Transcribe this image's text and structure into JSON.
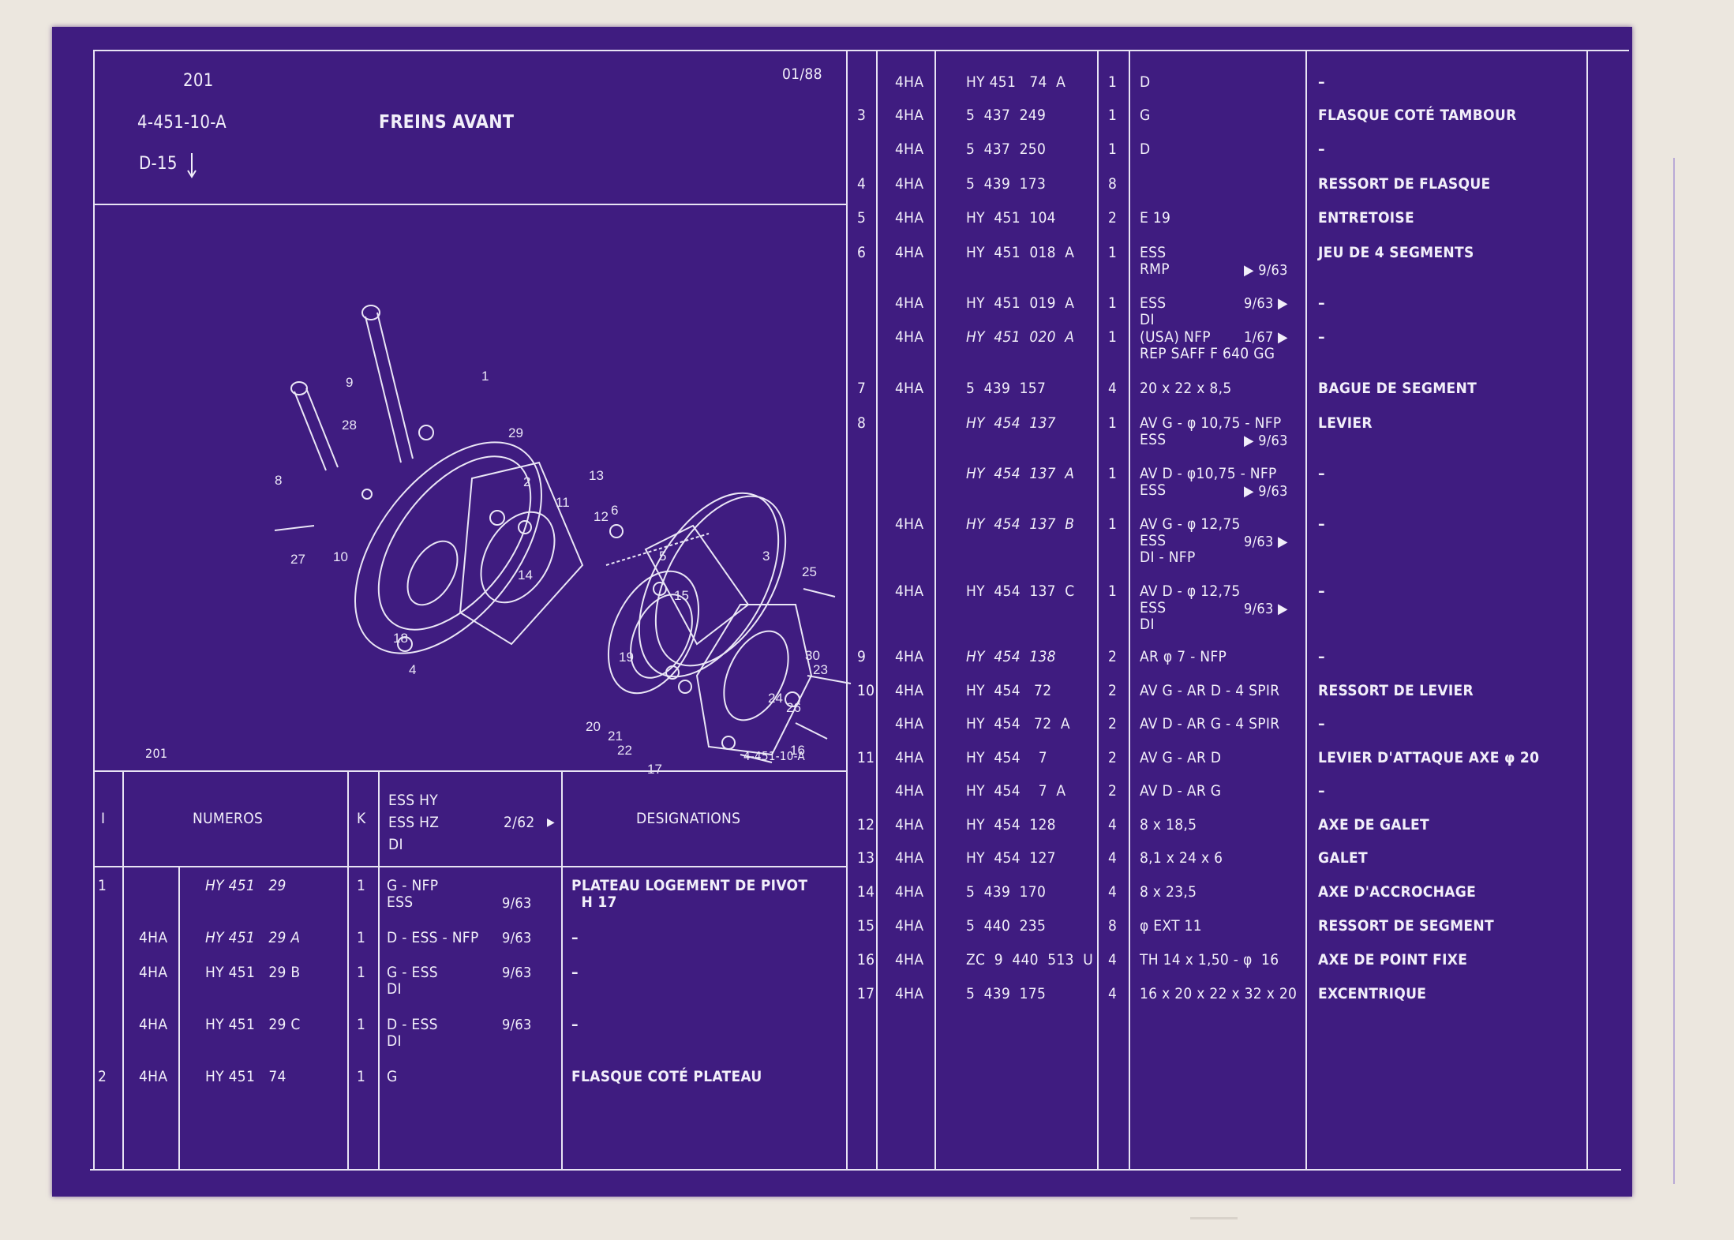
{
  "header": {
    "page": "201",
    "date": "01/88",
    "ref": "4-451-10-A",
    "title": "FREINS AVANT",
    "model": "D-15"
  },
  "diagram": {
    "label_left": "201",
    "label_right": "4-451-10-A",
    "callouts": [
      "1",
      "2",
      "3",
      "4",
      "5",
      "6",
      "8",
      "9",
      "10",
      "11",
      "12",
      "13",
      "14",
      "15",
      "16",
      "17",
      "18",
      "19",
      "20",
      "21",
      "22",
      "23",
      "24",
      "25",
      "26",
      "27",
      "28",
      "29",
      "30"
    ]
  },
  "columns": {
    "i": "I",
    "numeros": "NUMEROS",
    "k": "K",
    "ess_line1": "ESS HY",
    "ess_line2": "ESS HZ",
    "ess_line3": "DI",
    "ess_date": "2/62",
    "designations": "DESIGNATIONS"
  },
  "left_rows": [
    {
      "idx": "1",
      "model": "",
      "part": "HY 451   29",
      "k": "1",
      "ess": "G - NFP\nESS",
      "date": "9/63",
      "desig": "PLATEAU LOGEMENT DE PIVOT\n  H 17"
    },
    {
      "idx": "",
      "model": "4HA",
      "part": "HY 451   29 A",
      "k": "1",
      "ess": "D - ESS - NFP",
      "date": "9/63",
      "desig": "–"
    },
    {
      "idx": "",
      "model": "4HA",
      "part": "HY 451   29 B",
      "k": "1",
      "ess": "G - ESS\nDI",
      "date": "9/63",
      "desig": "–"
    },
    {
      "idx": "",
      "model": "4HA",
      "part": "HY 451   29 C",
      "k": "1",
      "ess": "D - ESS\nDI",
      "date": "9/63",
      "desig": "–"
    },
    {
      "idx": "2",
      "model": "4HA",
      "part": "HY 451   74",
      "k": "1",
      "ess": "G",
      "date": "",
      "desig": "FLASQUE COTÉ PLATEAU"
    }
  ],
  "right_rows": [
    {
      "idx": "",
      "model": "4HA",
      "part": "HY 451   74  A",
      "k": "1",
      "ess": "D",
      "date": "",
      "desig": "–"
    },
    {
      "idx": "3",
      "model": "4HA",
      "part": "5  437  249",
      "k": "1",
      "ess": "G",
      "date": "",
      "desig": "FLASQUE COTÉ TAMBOUR"
    },
    {
      "idx": "",
      "model": "4HA",
      "part": "5  437  250",
      "k": "1",
      "ess": "D",
      "date": "",
      "desig": "–"
    },
    {
      "idx": "4",
      "model": "4HA",
      "part": "5  439  173",
      "k": "8",
      "ess": "",
      "date": "",
      "desig": "RESSORT DE FLASQUE"
    },
    {
      "idx": "5",
      "model": "4HA",
      "part": "HY  451  104",
      "k": "2",
      "ess": "E 19",
      "date": "",
      "desig": "ENTRETOISE"
    },
    {
      "idx": "6",
      "model": "4HA",
      "part": "HY  451  018  A",
      "k": "1",
      "ess": "ESS\nRMP",
      "date": "▶ 9/63",
      "desig": "JEU DE 4 SEGMENTS"
    },
    {
      "idx": "",
      "model": "4HA",
      "part": "HY  451  019  A",
      "k": "1",
      "ess": "ESS\nDI",
      "date": "9/63 ▶",
      "desig": "–"
    },
    {
      "idx": "",
      "model": "4HA",
      "part": "HY  451  020  A",
      "k": "1",
      "ess": "(USA) NFP\nREP SAFF F 640 GG",
      "date": "1/67 ▶",
      "desig": "–"
    },
    {
      "idx": "7",
      "model": "4HA",
      "part": "5  439  157",
      "k": "4",
      "ess": "20 x 22 x 8,5",
      "date": "",
      "desig": "BAGUE DE SEGMENT"
    },
    {
      "idx": "8",
      "model": "",
      "part": "HY  454  137",
      "k": "1",
      "ess": "AV G - φ 10,75 - NFP\nESS",
      "date": "▶ 9/63",
      "desig": "LEVIER"
    },
    {
      "idx": "",
      "model": "",
      "part": "HY  454  137  A",
      "k": "1",
      "ess": "AV D - φ10,75 - NFP\nESS",
      "date": "▶ 9/63",
      "desig": "–"
    },
    {
      "idx": "",
      "model": "4HA",
      "part": "HY  454  137  B",
      "k": "1",
      "ess": "AV G - φ 12,75\nESS\nDI - NFP",
      "date": "9/63 ▶",
      "desig": "–"
    },
    {
      "idx": "",
      "model": "4HA",
      "part": "HY  454  137  C",
      "k": "1",
      "ess": "AV D - φ 12,75\nESS\nDI",
      "date": "9/63 ▶",
      "desig": "–"
    },
    {
      "idx": "9",
      "model": "4HA",
      "part": "HY  454  138",
      "k": "2",
      "ess": "AR φ 7 - NFP",
      "date": "",
      "desig": "–"
    },
    {
      "idx": "10",
      "model": "4HA",
      "part": "HY  454   72",
      "k": "2",
      "ess": "AV G - AR D - 4 SPIR",
      "date": "",
      "desig": "RESSORT DE LEVIER"
    },
    {
      "idx": "",
      "model": "4HA",
      "part": "HY  454   72  A",
      "k": "2",
      "ess": "AV D - AR G - 4 SPIR",
      "date": "",
      "desig": "–"
    },
    {
      "idx": "11",
      "model": "4HA",
      "part": "HY  454    7",
      "k": "2",
      "ess": "AV G - AR D",
      "date": "",
      "desig": "LEVIER D'ATTAQUE AXE φ 20"
    },
    {
      "idx": "",
      "model": "4HA",
      "part": "HY  454    7  A",
      "k": "2",
      "ess": "AV D - AR G",
      "date": "",
      "desig": "–"
    },
    {
      "idx": "12",
      "model": "4HA",
      "part": "HY  454  128",
      "k": "4",
      "ess": "8 x 18,5",
      "date": "",
      "desig": "AXE DE GALET"
    },
    {
      "idx": "13",
      "model": "4HA",
      "part": "HY  454  127",
      "k": "4",
      "ess": "8,1 x 24 x 6",
      "date": "",
      "desig": "GALET"
    },
    {
      "idx": "14",
      "model": "4HA",
      "part": "5  439  170",
      "k": "4",
      "ess": "8 x 23,5",
      "date": "",
      "desig": "AXE D'ACCROCHAGE"
    },
    {
      "idx": "15",
      "model": "4HA",
      "part": "5  440  235",
      "k": "8",
      "ess": "φ EXT 11",
      "date": "",
      "desig": "RESSORT DE SEGMENT"
    },
    {
      "idx": "16",
      "model": "4HA",
      "part": "ZC  9  440  513  U",
      "k": "4",
      "ess": "TH 14 x 1,50 - φ  16",
      "date": "",
      "desig": "AXE DE POINT FIXE"
    },
    {
      "idx": "17",
      "model": "4HA",
      "part": "5  439  175",
      "k": "4",
      "ess": "16 x 20 x 22 x 32 x 20",
      "date": "",
      "desig": "EXCENTRIQUE"
    }
  ],
  "colors": {
    "sheet": "#3f1c80",
    "ink": "#f2effa",
    "paper": "#ece7df"
  }
}
